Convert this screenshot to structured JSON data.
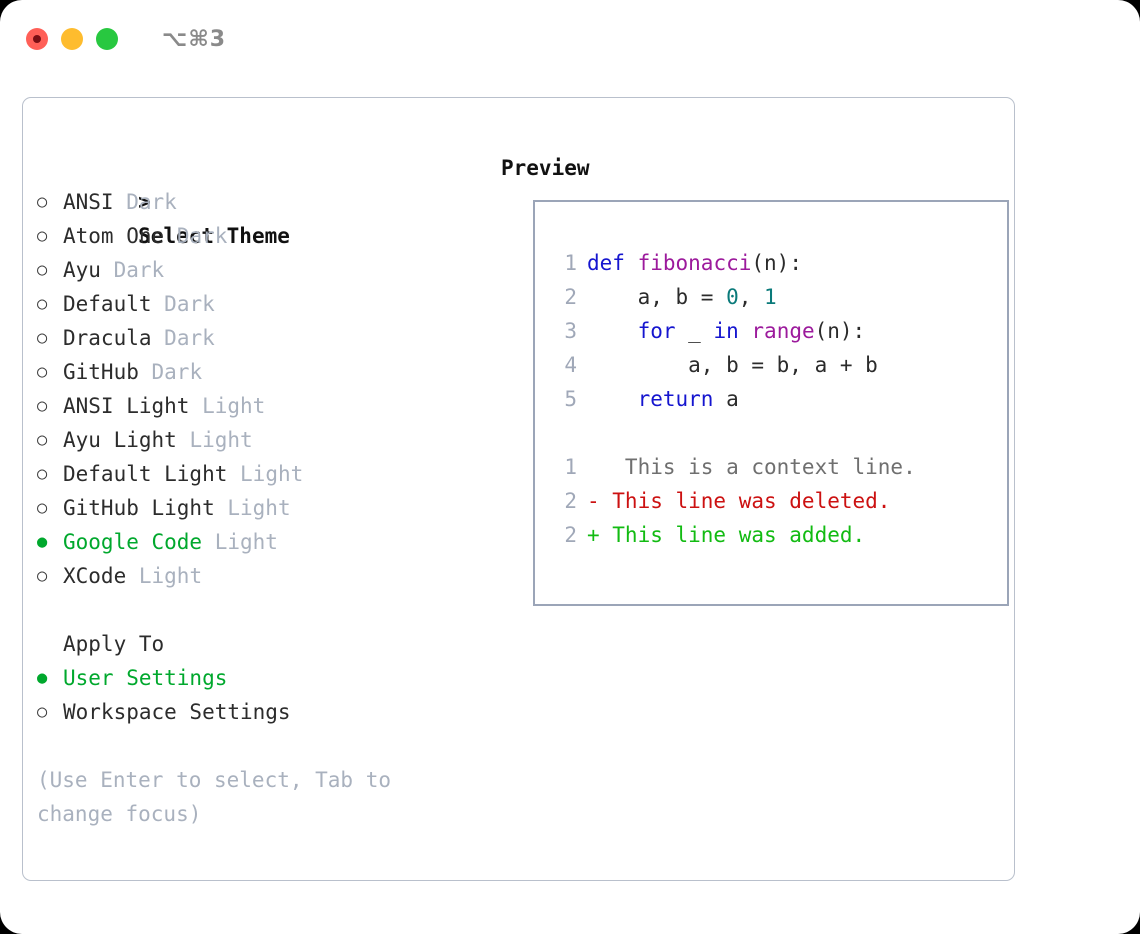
{
  "window": {
    "shortcut": "⌥⌘3",
    "traffic_lights": [
      "close",
      "minimize",
      "maximize"
    ]
  },
  "theme_panel": {
    "header_caret": ">",
    "header": "Select Theme",
    "bullet_unselected": "○",
    "bullet_selected": "●",
    "items": [
      {
        "name": "ANSI",
        "variant": "Dark",
        "selected": false
      },
      {
        "name": "Atom One",
        "variant": "Dark",
        "selected": false
      },
      {
        "name": "Ayu",
        "variant": "Dark",
        "selected": false
      },
      {
        "name": "Default",
        "variant": "Dark",
        "selected": false
      },
      {
        "name": "Dracula",
        "variant": "Dark",
        "selected": false
      },
      {
        "name": "GitHub",
        "variant": "Dark",
        "selected": false
      },
      {
        "name": "ANSI Light",
        "variant": "Light",
        "selected": false
      },
      {
        "name": "Ayu Light",
        "variant": "Light",
        "selected": false
      },
      {
        "name": "Default Light",
        "variant": "Light",
        "selected": false
      },
      {
        "name": "GitHub Light",
        "variant": "Light",
        "selected": false
      },
      {
        "name": "Google Code",
        "variant": "Light",
        "selected": true
      },
      {
        "name": "XCode",
        "variant": "Light",
        "selected": false
      }
    ]
  },
  "apply_to": {
    "header": "Apply To",
    "items": [
      {
        "name": "User Settings",
        "selected": true
      },
      {
        "name": "Workspace Settings",
        "selected": false
      }
    ]
  },
  "hint": "(Use Enter to select, Tab to change focus)",
  "preview": {
    "header": "Preview",
    "code_lines": [
      {
        "n": "1",
        "tokens": [
          {
            "t": "def",
            "c": "kw"
          },
          {
            "t": " ",
            "c": "punct"
          },
          {
            "t": "fibonacci",
            "c": "fn"
          },
          {
            "t": "(n):",
            "c": "punct"
          }
        ]
      },
      {
        "n": "2",
        "tokens": [
          {
            "t": "    a, b = ",
            "c": "var"
          },
          {
            "t": "0",
            "c": "num"
          },
          {
            "t": ", ",
            "c": "punct"
          },
          {
            "t": "1",
            "c": "num"
          }
        ]
      },
      {
        "n": "3",
        "tokens": [
          {
            "t": "    ",
            "c": "var"
          },
          {
            "t": "for",
            "c": "kw"
          },
          {
            "t": " _ ",
            "c": "var"
          },
          {
            "t": "in",
            "c": "kw"
          },
          {
            "t": " ",
            "c": "var"
          },
          {
            "t": "range",
            "c": "fn"
          },
          {
            "t": "(n):",
            "c": "punct"
          }
        ]
      },
      {
        "n": "4",
        "tokens": [
          {
            "t": "        a, b = b, a + b",
            "c": "var"
          }
        ]
      },
      {
        "n": "5",
        "tokens": [
          {
            "t": "    ",
            "c": "var"
          },
          {
            "t": "return",
            "c": "kw"
          },
          {
            "t": " a",
            "c": "var"
          }
        ]
      }
    ],
    "diff_lines": [
      {
        "n": "1",
        "marker": " ",
        "text": "  This is a context line.",
        "kind": "diff-context"
      },
      {
        "n": "2",
        "marker": "-",
        "text": " This line was deleted.",
        "kind": "diff-del"
      },
      {
        "n": "2",
        "marker": "+",
        "text": " This line was added.",
        "kind": "diff-add"
      }
    ]
  },
  "colors": {
    "accent_green": "#00a82d",
    "muted": "#a9b1be",
    "keyword": "#1515cf",
    "function": "#9c1a9c",
    "number": "#0a7a7a",
    "diff_deleted": "#cc1111",
    "diff_added": "#12bb12",
    "border": "#b9c0cc"
  }
}
